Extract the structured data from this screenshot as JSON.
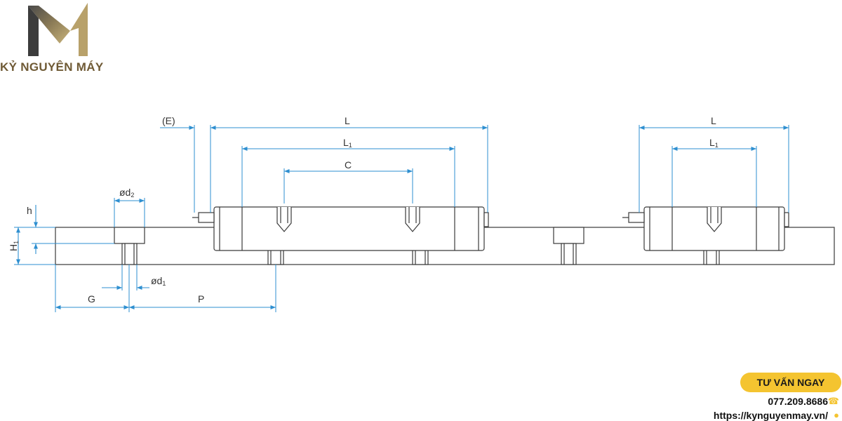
{
  "brand": {
    "name": "KỶ NGUYÊN MÁY"
  },
  "diagram": {
    "labels": {
      "E": "(E)",
      "L_top_left": "L",
      "L1_left": "L",
      "L1_left_sub": "1",
      "C": "C",
      "L_top_right": "L",
      "L1_right": "L",
      "L1_right_sub": "1",
      "h": "h",
      "H1": "H",
      "H1_sub": "1",
      "d2": "ød",
      "d2_sub": "2",
      "d1": "ød",
      "d1_sub": "1",
      "G": "G",
      "P": "P"
    },
    "colors": {
      "dimension": "#2e8fd0",
      "outline": "#3a3a3a",
      "label": "#333333"
    }
  },
  "contact": {
    "cta_label": "TƯ VẤN NGAY",
    "phone": "077.209.8686",
    "website": "https://kynguyenmay.vn/",
    "phone_icon": "phone-icon",
    "pin_icon": "location-pin-icon",
    "accent": "#f4c430"
  }
}
